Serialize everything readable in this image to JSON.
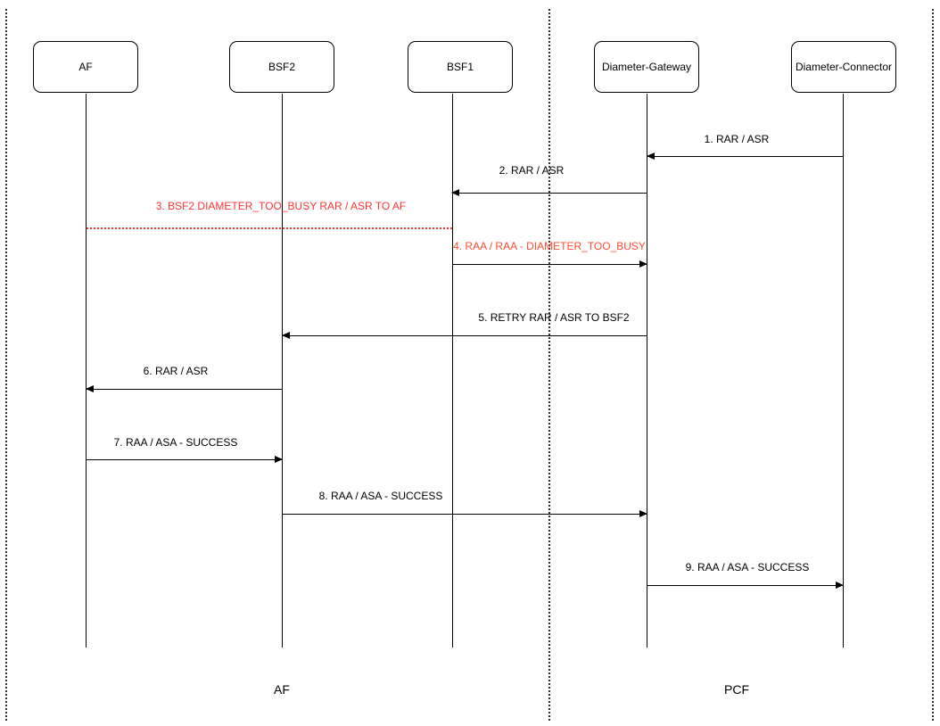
{
  "diagram": {
    "type": "sequence",
    "groups": [
      {
        "label": "AF"
      },
      {
        "label": "PCF"
      }
    ],
    "actors": [
      {
        "label": "AF"
      },
      {
        "label": "BSF2"
      },
      {
        "label": "BSF1"
      },
      {
        "label": "Diameter-Gateway"
      },
      {
        "label": "Diameter-Connector"
      }
    ],
    "messages": [
      {
        "label": "1. RAR / ASR",
        "from": "Diameter-Connector",
        "to": "Diameter-Gateway",
        "color": "#000000"
      },
      {
        "label": "2. RAR / ASR",
        "from": "Diameter-Gateway",
        "to": "BSF1",
        "color": "#000000"
      },
      {
        "label": "3. BSF2 DIAMETER_TOO_BUSY RAR / ASR TO AF",
        "from": "BSF1",
        "to": "AF",
        "color": "#ff3333",
        "style": "dotted"
      },
      {
        "label": "4. RAA / RAA - DIAMETER_TOO_BUSY",
        "from": "BSF1",
        "to": "Diameter-Gateway",
        "color": "#ff4d33"
      },
      {
        "label": "5. RETRY RAR / ASR TO BSF2",
        "from": "Diameter-Gateway",
        "to": "BSF2",
        "color": "#000000"
      },
      {
        "label": "6. RAR / ASR",
        "from": "BSF2",
        "to": "AF",
        "color": "#000000"
      },
      {
        "label": "7. RAA / ASA - SUCCESS",
        "from": "AF",
        "to": "BSF2",
        "color": "#000000"
      },
      {
        "label": "8. RAA / ASA - SUCCESS",
        "from": "BSF2",
        "to": "Diameter-Gateway",
        "color": "#000000"
      },
      {
        "label": "9. RAA / ASA - SUCCESS",
        "from": "Diameter-Gateway",
        "to": "Diameter-Connector",
        "color": "#000000"
      }
    ]
  }
}
